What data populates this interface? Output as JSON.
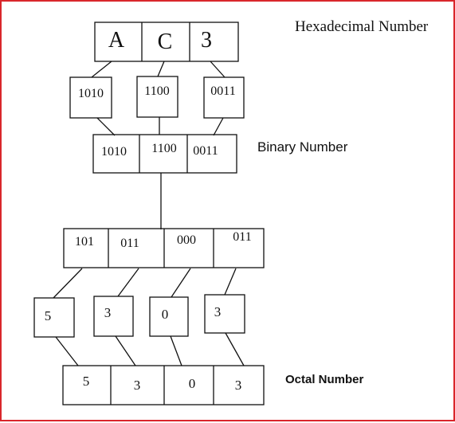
{
  "labels": {
    "hex": "Hexadecimal Number",
    "binary": "Binary Number",
    "octal": "Octal Number"
  },
  "hex_digits": [
    "A",
    "C",
    "3"
  ],
  "hex_to_binary_groups": [
    "1010",
    "1100",
    "0011"
  ],
  "binary_row": [
    "1010",
    "1100",
    "0011"
  ],
  "regrouped_bits": [
    "101",
    "011",
    "000",
    "011"
  ],
  "octal_digits_separate": [
    "5",
    "3",
    "0",
    "3"
  ],
  "octal_row": [
    "5",
    "3",
    "0",
    "3"
  ],
  "colors": {
    "frame": "#d9262b",
    "stroke": "#111111"
  }
}
